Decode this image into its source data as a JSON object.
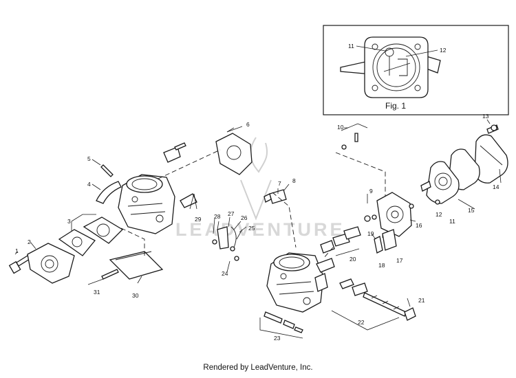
{
  "figure": {
    "inset_caption": "Fig. 1",
    "watermark_text": "LEADVENTURE",
    "footer": "Rendered by LeadVenture, Inc."
  },
  "callouts": [
    "1",
    "2",
    "3",
    "4",
    "5",
    "6",
    "7",
    "8",
    "9",
    "10",
    "11",
    "12",
    "13",
    "14",
    "15",
    "16",
    "17",
    "18",
    "19",
    "20",
    "21",
    "22",
    "23",
    "24",
    "25",
    "26",
    "27",
    "28",
    "29",
    "30",
    "31"
  ],
  "inset_callouts": [
    "11",
    "12"
  ],
  "colors": {
    "line": "#1a1a1a",
    "background": "#ffffff",
    "watermark": "#d0d0d0"
  }
}
